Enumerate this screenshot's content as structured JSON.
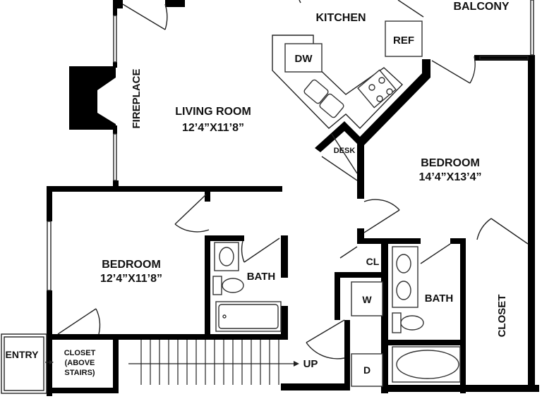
{
  "rooms": {
    "kitchen": "KITCHEN",
    "balcony": "BALCONY",
    "living_room": "LIVING ROOM",
    "living_room_dims": "12’4”X11’8”",
    "fireplace": "FIREPLACE",
    "desk": "DESK",
    "bedroom_right": "BEDROOM",
    "bedroom_right_dims": "14’4”X13’4”",
    "bedroom_left": "BEDROOM",
    "bedroom_left_dims": "12’4”X11’8”",
    "bath_left": "BATH",
    "bath_right": "BATH",
    "closet_right": "CLOSET",
    "cl": "CL",
    "entry": "ENTRY",
    "closet_above_stairs_1": "CLOSET",
    "closet_above_stairs_2": "(ABOVE",
    "closet_above_stairs_3": "STAIRS)",
    "up": "UP"
  },
  "appliances": {
    "dw": "DW",
    "ref": "REF",
    "washer": "W",
    "dryer": "D"
  }
}
